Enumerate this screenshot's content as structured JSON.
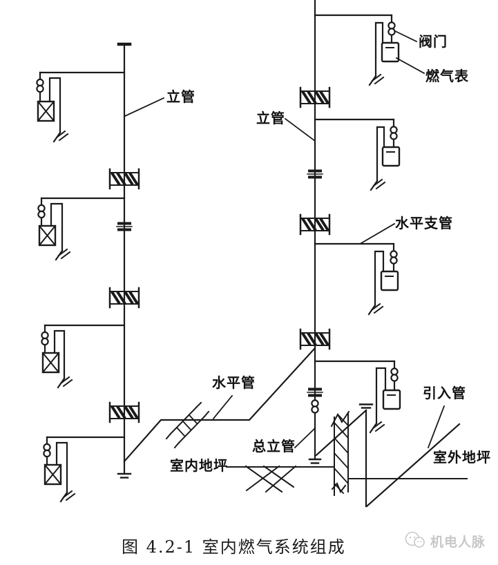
{
  "figure": {
    "caption": "图 4.2-1 室内燃气系统组成"
  },
  "labels": {
    "riser_left": "立管",
    "riser_right": "立管",
    "valve": "阀门",
    "gas_meter": "燃气表",
    "horizontal_branch_pipe": "水平支管",
    "horizontal_pipe": "水平管",
    "inlet_pipe": "引入管",
    "main_riser": "总立管",
    "indoor_ground": "室内地坪",
    "outdoor_ground": "室外地坪"
  },
  "watermark": {
    "text": "机电人脉"
  },
  "colors": {
    "background": "#ffffff",
    "line": "#1a1a1a",
    "label_text": "#111111",
    "watermark": "#c7c7c7"
  }
}
